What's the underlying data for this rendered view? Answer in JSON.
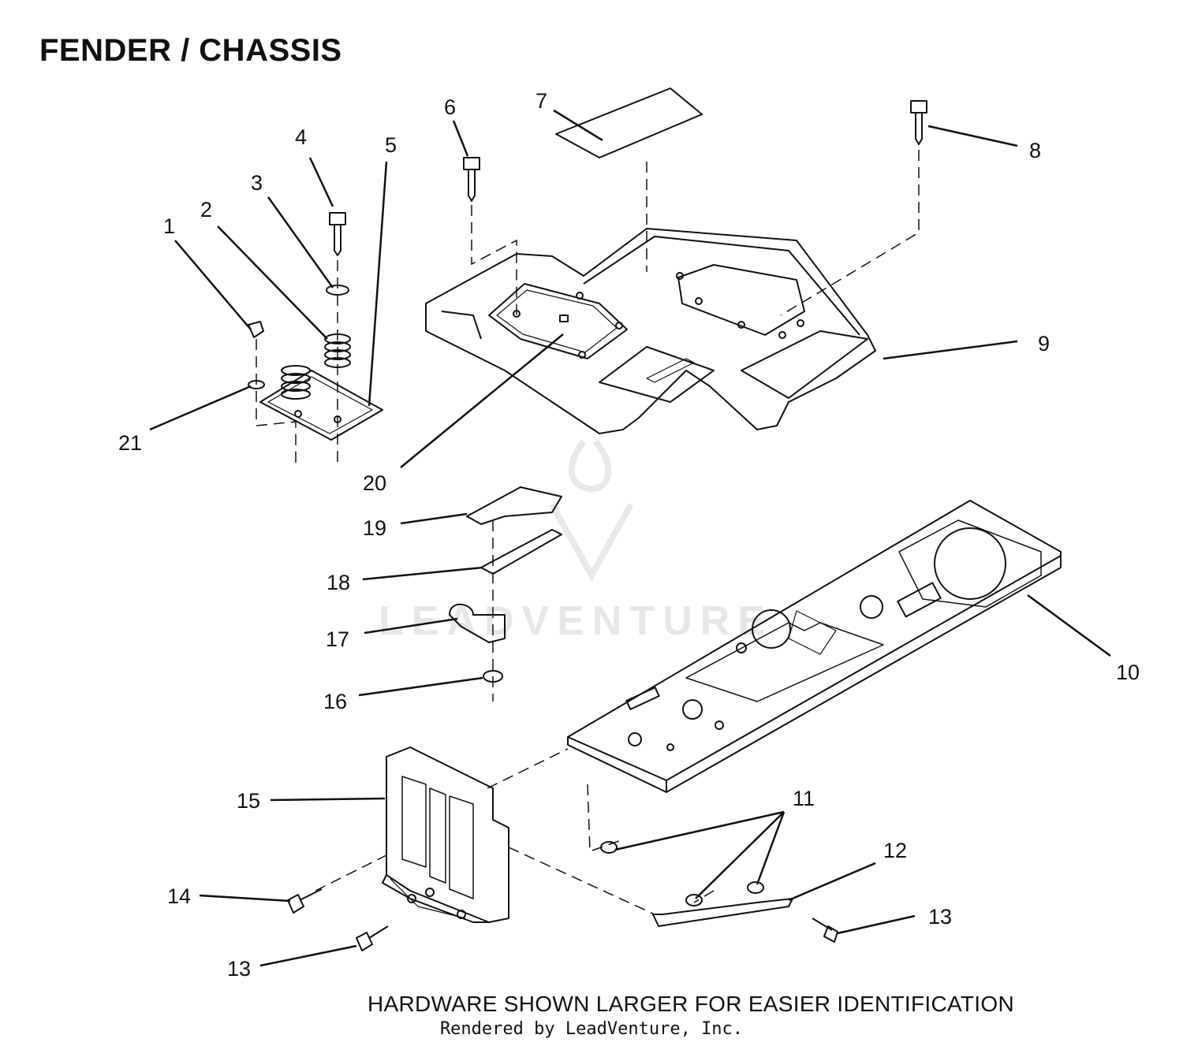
{
  "title": "FENDER / CHASSIS",
  "watermark": "LEADVENTURE",
  "callouts": [
    "1",
    "2",
    "3",
    "4",
    "5",
    "6",
    "7",
    "8",
    "9",
    "10",
    "11",
    "12",
    "13",
    "13",
    "14",
    "15",
    "16",
    "17",
    "18",
    "19",
    "20",
    "21"
  ],
  "footer": {
    "note": "HARDWARE SHOWN LARGER FOR EASIER IDENTIFICATION",
    "credit": "Rendered by LeadVenture, Inc."
  }
}
